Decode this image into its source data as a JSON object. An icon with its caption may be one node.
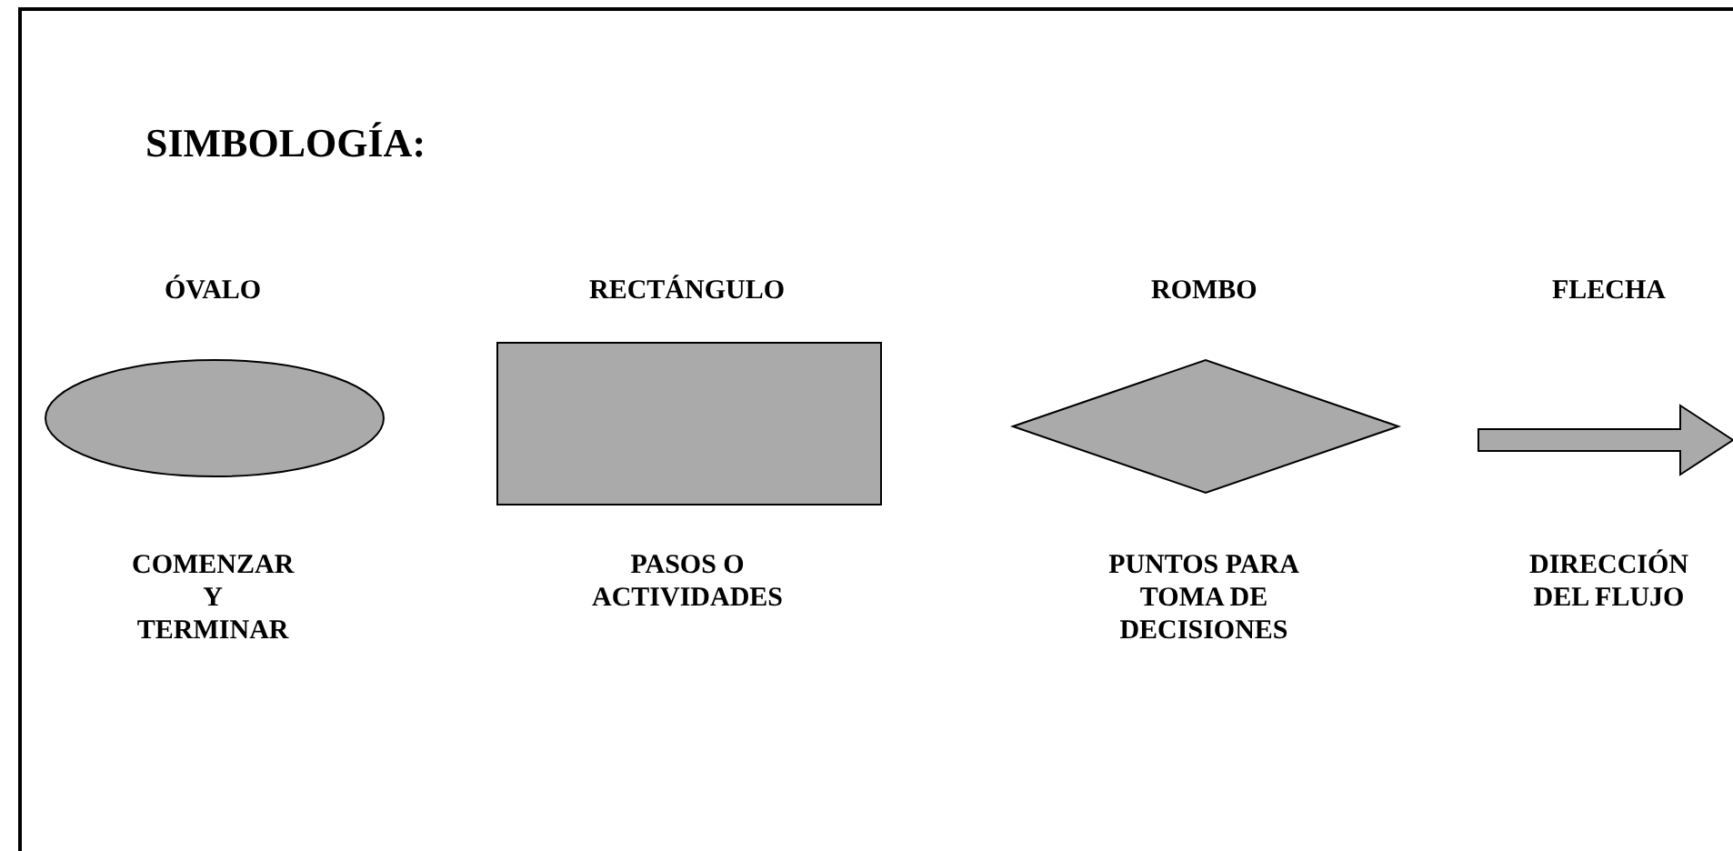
{
  "diagram": {
    "title": "SIMBOLOGÍA:",
    "nodes": [
      {
        "text": [],
        "shape": "ellipse",
        "beside": [
          "ÓVALO",
          "COMENZAR Y TERMINAR"
        ]
      },
      {
        "text": [],
        "shape": "box",
        "beside": [
          "RECTÁNGULO",
          "PASOS O ACTIVIDADES"
        ]
      },
      {
        "text": [],
        "shape": "diamond",
        "beside": [
          "ROMBO",
          "PUNTOS PARA TOMA DE DECISIONES"
        ]
      },
      {
        "text": [],
        "shape": "arrow",
        "beside": [
          "FLECHA",
          "DIRECCIÓN DEL FLUJO"
        ]
      }
    ]
  }
}
